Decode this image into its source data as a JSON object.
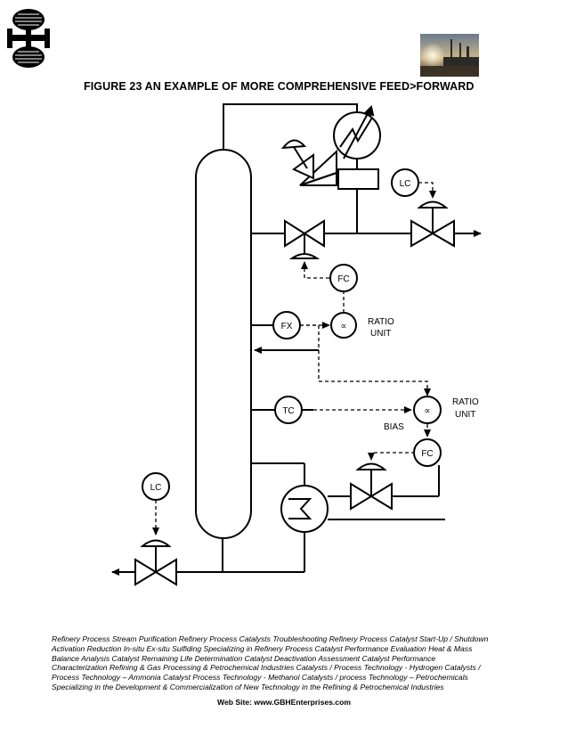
{
  "header": {
    "title": "FIGURE 23   AN EXAMPLE OF MORE COMPREHENSIVE FEED>FORWARD"
  },
  "diagram": {
    "labels": {
      "lc_top": "LC",
      "fc_top": "FC",
      "fx": "FX",
      "ratio_top_symbol": "∝",
      "ratio_top_1": "RATIO",
      "ratio_top_2": "UNIT",
      "tc": "TC",
      "ratio_bottom_symbol": "∝",
      "ratio_bottom_1": "RATIO",
      "ratio_bottom_2": "UNIT",
      "bias": "BIAS",
      "fc_bottom": "FC",
      "lc_bottom": "LC"
    }
  },
  "footer": {
    "lines": [
      "Refinery Process Stream Purification Refinery Process Catalysts Troubleshooting Refinery Process Catalyst Start-Up / Shutdown",
      " Activation   Reduction  In-situ  Ex-situ Sulfiding Specializing in Refinery Process Catalyst Performance Evaluation Heat & Mass",
      " Balance Analysis  Catalyst Remaining Life Determination  Catalyst Deactivation Assessment  Catalyst Performance",
      "Characterization  Refining  & Gas Processing &  Petrochemical Industries  Catalysts / Process Technology - Hydrogen  Catalysts /",
      "Process Technology – Ammonia  Catalyst Process Technology - Methanol  Catalysts / process Technology – Petrochemicals",
      "Specializing in the Development  & Commercialization of New Technology in the Refining &   Petrochemical Industries"
    ],
    "website": "Web Site: www.GBHEnterprises.com"
  }
}
